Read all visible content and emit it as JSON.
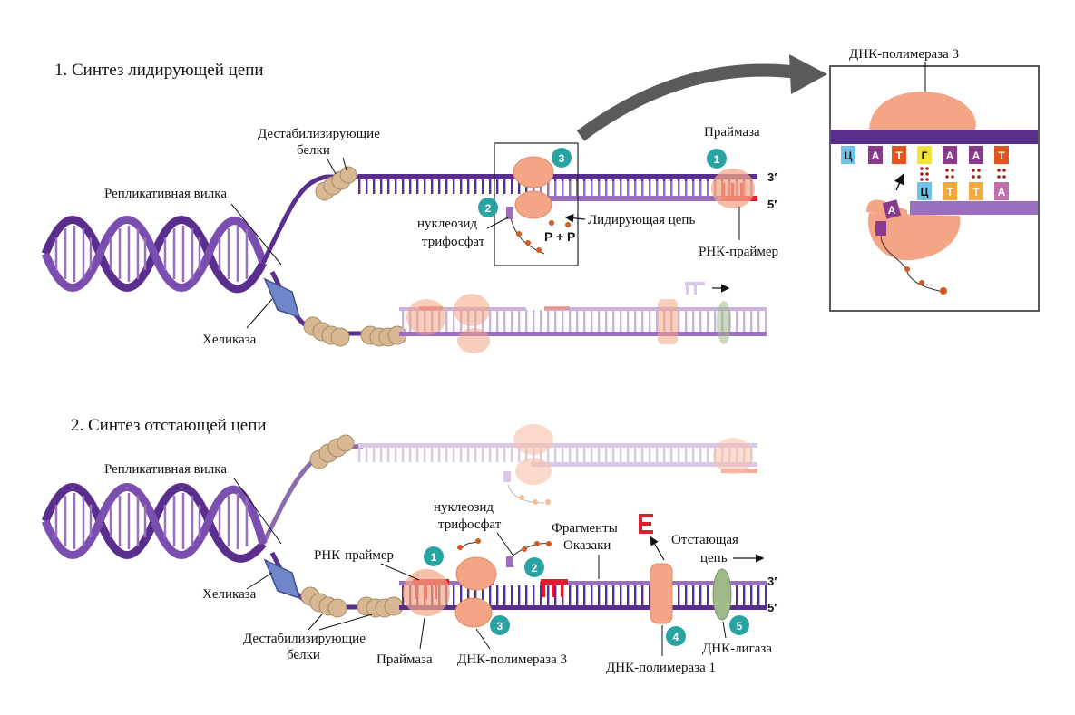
{
  "section1": {
    "title": "1. Синтез лидирующей цепи",
    "labels": {
      "destab": [
        "Дестабилизирующие",
        "белки"
      ],
      "fork": "Репликативная вилка",
      "helicase": "Хеликаза",
      "nucleoside": [
        "нуклеозид",
        "трифосфат"
      ],
      "leading": "Лидирующая цепь",
      "primase": "Праймаза",
      "rna_primer": "РНК-праймер",
      "pp": "P + P",
      "end3": "3′",
      "end5": "5′"
    },
    "steps": [
      "1",
      "2",
      "3"
    ]
  },
  "inset": {
    "title": "ДНК-полимераза 3",
    "top_bases": [
      "Ц",
      "А",
      "Т",
      "Г",
      "А",
      "А",
      "Т"
    ],
    "bottom_bases": [
      "А",
      "Ц",
      "Т",
      "Т",
      "А"
    ]
  },
  "section2": {
    "title": "2. Синтез отстающей цепи",
    "labels": {
      "fork": "Репликативная вилка",
      "helicase": "Хеликаза",
      "destab": [
        "Дестабилизирующие",
        "белки"
      ],
      "nucleoside": [
        "нуклеозид",
        "трифосфат"
      ],
      "rna_primer": "РНК-праймер",
      "okazaki": [
        "Фрагменты",
        "Оказаки"
      ],
      "lagging": [
        "Отстающая",
        "цепь"
      ],
      "primase": "Праймаза",
      "pol3": "ДНК-полимераза 3",
      "pol1": "ДНК-полимераза 1",
      "ligase": "ДНК-лигаза",
      "end3": "3′",
      "end5": "5′"
    },
    "steps": [
      "1",
      "2",
      "3",
      "4",
      "5"
    ]
  },
  "colors": {
    "dna_dark": "#5a2e8c",
    "dna_light": "#9b6fc0",
    "dna_faded": "#c9b2df",
    "protein": "#f4a585",
    "bead": "#d8b894",
    "helicase": "#6f86c8",
    "primer": "#e21b2f",
    "step_badge": "#2aa3a3",
    "ligase": "#9fb98a"
  }
}
